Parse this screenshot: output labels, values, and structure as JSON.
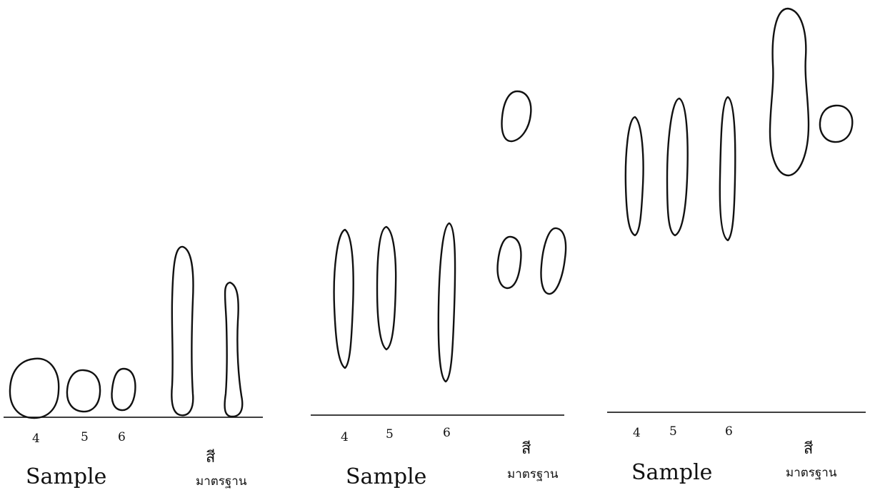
{
  "panels": [
    {
      "lane_labels": [
        "4",
        "5",
        "6"
      ],
      "sample_label": "Sample",
      "standard_mark": "สี",
      "standard_label": "มาตรฐาน"
    },
    {
      "lane_labels": [
        "4",
        "5",
        "6"
      ],
      "sample_label": "Sample",
      "standard_mark": "สี",
      "standard_label": "มาตรฐาน"
    },
    {
      "lane_labels": [
        "4",
        "5",
        "6"
      ],
      "sample_label": "Sample",
      "standard_mark": "สี",
      "standard_label": "มาตรฐาน"
    }
  ]
}
